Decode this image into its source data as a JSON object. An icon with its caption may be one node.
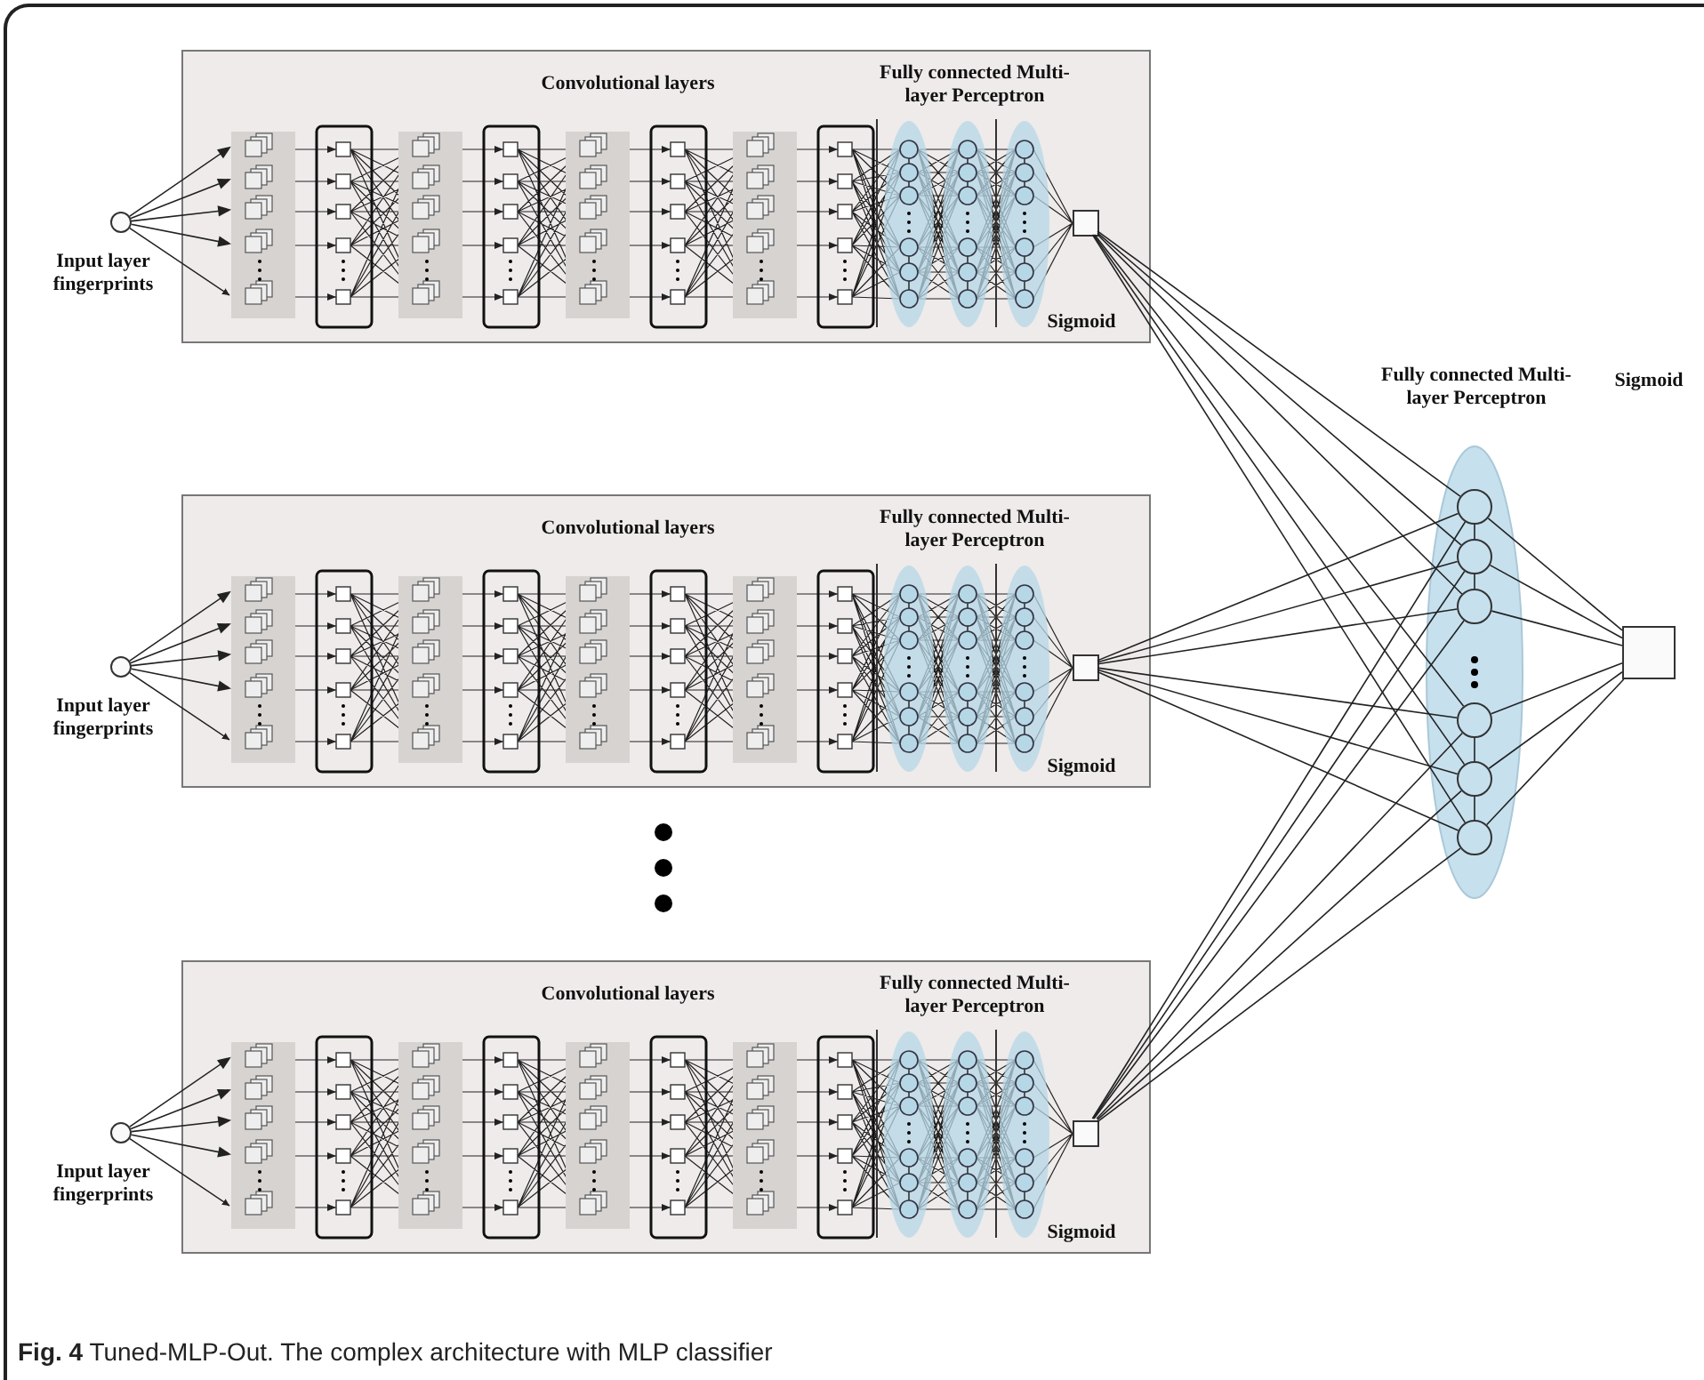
{
  "diagram": {
    "caption": "**Fig. 4** Tuned-MLP-Out. The complex architecture with MLP classifier",
    "nodes": [
      {
        "text": [
          "Convolutional layers",
          "Fully connected Multi-layer Perceptron",
          "Sigmoid"
        ]
      },
      {
        "text": [],
        "shape": "circle",
        "beside": [
          "Input layer fingerprints"
        ]
      },
      {
        "text": [],
        "shape": "box",
        "in": 0
      },
      {
        "text": [
          "Convolutional layers",
          "Fully connected Multi-layer Perceptron",
          "Sigmoid"
        ]
      },
      {
        "text": [],
        "shape": "circle",
        "beside": [
          "Input layer fingerprints"
        ]
      },
      {
        "text": [],
        "shape": "box",
        "in": 3
      },
      {
        "text": [
          "Convolutional layers",
          "Fully connected Multi-layer Perceptron",
          "Sigmoid"
        ]
      },
      {
        "text": [],
        "shape": "circle",
        "beside": [
          "Input layer fingerprints"
        ]
      },
      {
        "text": [],
        "shape": "box",
        "in": 6
      },
      {
        "text": [
          "Fully connected Multi-layer Perceptron"
        ]
      },
      {
        "text": [],
        "shape": "circle",
        "in": 9
      },
      {
        "text": [],
        "shape": "circle",
        "in": 9
      },
      {
        "text": [],
        "shape": "circle",
        "in": 9
      },
      {
        "text": [],
        "shape": "circle",
        "in": 9
      },
      {
        "text": [],
        "shape": "circle",
        "in": 9
      },
      {
        "text": [],
        "shape": "circle",
        "in": 9
      },
      {
        "text": [],
        "shape": "box"
      }
    ],
    "labels": [
      "Sigmoid"
    ],
    "edges": [
      {
        "from": 1,
        "to": 0,
        "arrow": "to"
      },
      {
        "from": 4,
        "to": 3,
        "arrow": "to"
      },
      {
        "from": 7,
        "to": 6,
        "arrow": "to"
      },
      {
        "from": 2,
        "to": 10,
        "arrow": "none"
      },
      {
        "from": 2,
        "to": 11,
        "arrow": "none"
      },
      {
        "from": 2,
        "to": 12,
        "arrow": "none"
      },
      {
        "from": 2,
        "to": 13,
        "arrow": "none"
      },
      {
        "from": 2,
        "to": 14,
        "arrow": "none"
      },
      {
        "from": 2,
        "to": 15,
        "arrow": "none"
      },
      {
        "from": 5,
        "to": 10,
        "arrow": "none"
      },
      {
        "from": 5,
        "to": 11,
        "arrow": "none"
      },
      {
        "from": 5,
        "to": 12,
        "arrow": "none"
      },
      {
        "from": 5,
        "to": 13,
        "arrow": "none"
      },
      {
        "from": 5,
        "to": 14,
        "arrow": "none"
      },
      {
        "from": 5,
        "to": 15,
        "arrow": "none"
      },
      {
        "from": 8,
        "to": 10,
        "arrow": "none"
      },
      {
        "from": 8,
        "to": 11,
        "arrow": "none"
      },
      {
        "from": 8,
        "to": 12,
        "arrow": "none"
      },
      {
        "from": 8,
        "to": 13,
        "arrow": "none"
      },
      {
        "from": 8,
        "to": 14,
        "arrow": "none"
      },
      {
        "from": 8,
        "to": 15,
        "arrow": "none"
      },
      {
        "from": 10,
        "to": 16,
        "arrow": "none"
      },
      {
        "from": 11,
        "to": 16,
        "arrow": "none"
      },
      {
        "from": 12,
        "to": 16,
        "arrow": "none"
      },
      {
        "from": 13,
        "to": 16,
        "arrow": "none"
      },
      {
        "from": 14,
        "to": 16,
        "arrow": "none"
      },
      {
        "from": 15,
        "to": 16,
        "arrow": "none"
      },
      {
        "from": 10,
        "to": 11,
        "arrow": "none"
      },
      {
        "from": 11,
        "to": 12,
        "arrow": "none"
      },
      {
        "from": 13,
        "to": 14,
        "arrow": "none"
      },
      {
        "from": 14,
        "to": 15,
        "arrow": "none"
      }
    ]
  }
}
